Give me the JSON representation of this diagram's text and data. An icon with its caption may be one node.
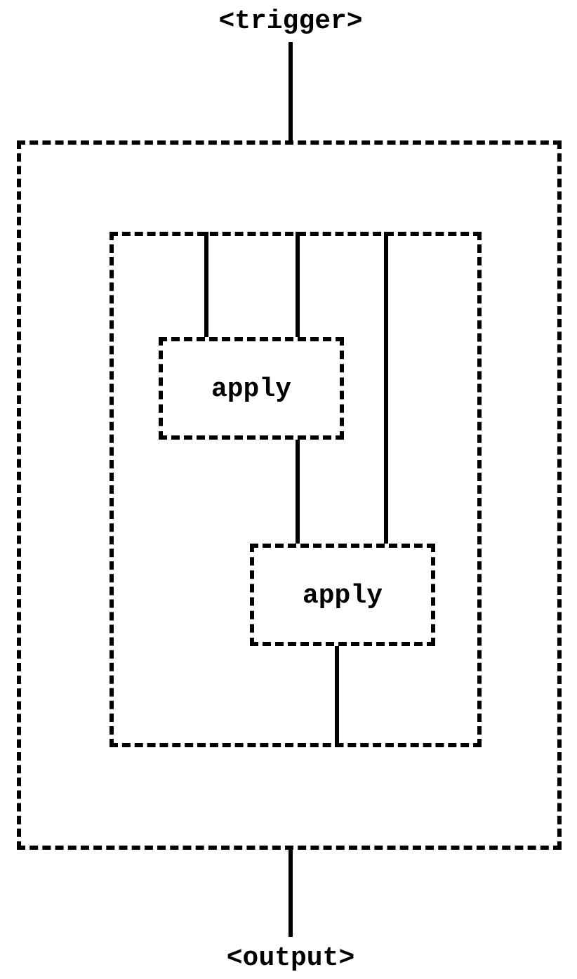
{
  "diagram": {
    "nodes": [
      {
        "text": [
          "<trigger>"
        ]
      },
      {
        "text": [],
        "shape": "box"
      },
      {
        "text": [],
        "shape": "box",
        "in": 1
      },
      {
        "text": [
          "apply"
        ],
        "in": 2
      },
      {
        "text": [
          "apply"
        ],
        "in": 2
      },
      {
        "text": [
          "<output>"
        ]
      }
    ],
    "edges": [
      {
        "from": 0,
        "to": 1,
        "arrow": "none"
      },
      {
        "from": 2,
        "to": 3,
        "arrow": "none"
      },
      {
        "from": 2,
        "to": 3,
        "arrow": "none"
      },
      {
        "from": 2,
        "to": 4,
        "arrow": "none"
      },
      {
        "from": 3,
        "to": 4,
        "arrow": "none"
      },
      {
        "from": 4,
        "to": 2,
        "arrow": "none"
      },
      {
        "from": 1,
        "to": 5,
        "arrow": "none"
      }
    ]
  }
}
